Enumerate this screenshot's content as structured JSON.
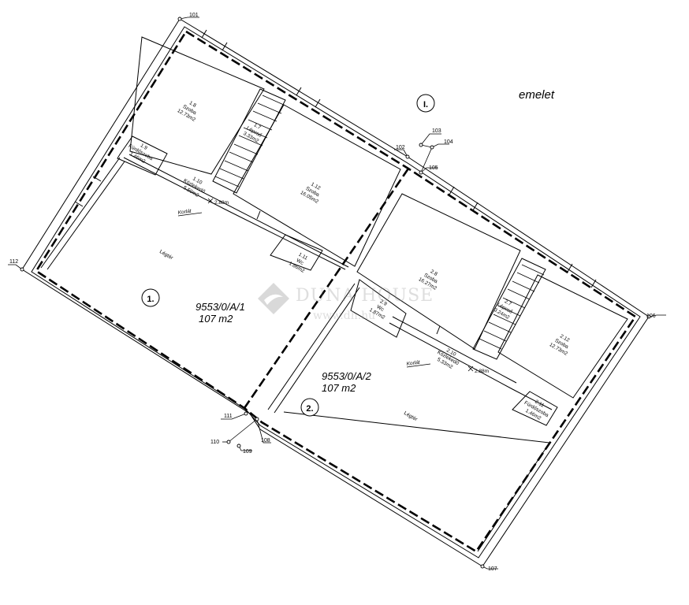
{
  "floor_title": "emelet",
  "floor_marker": "I.",
  "survey_points": [
    {
      "id": "p101",
      "label": "101"
    },
    {
      "id": "p102",
      "label": "102"
    },
    {
      "id": "p103",
      "label": "103"
    },
    {
      "id": "p104",
      "label": "104"
    },
    {
      "id": "p105",
      "label": "105"
    },
    {
      "id": "p106",
      "label": "106"
    },
    {
      "id": "p107",
      "label": "107"
    },
    {
      "id": "p108",
      "label": "108"
    },
    {
      "id": "p109",
      "label": "109"
    },
    {
      "id": "p110",
      "label": "110"
    },
    {
      "id": "p111",
      "label": "111"
    },
    {
      "id": "p112",
      "label": "112"
    }
  ],
  "units": [
    {
      "marker": "1.",
      "id": "9553/0/A/1",
      "area": "107 m2"
    },
    {
      "marker": "2.",
      "id": "9553/0/A/2",
      "area": "107 m2"
    }
  ],
  "rooms": [
    {
      "num": "1.8",
      "name": "Szoba",
      "area": "12.73m2"
    },
    {
      "num": "1.9",
      "name": "Fürdőszoba",
      "area": "1.46m2"
    },
    {
      "num": "1.7",
      "name": "Lépcső",
      "area": "3.33m2"
    },
    {
      "num": "1.10",
      "name": "Közlekedő",
      "area": "5.50m2"
    },
    {
      "num": "1.12",
      "name": "Szoba",
      "area": "16.05m2"
    },
    {
      "num": "1.11",
      "name": "Wc",
      "area": "1.86m2"
    },
    {
      "num": "",
      "name": "Légtér",
      "area": ""
    },
    {
      "num": "2.8",
      "name": "Szoba",
      "area": "16.27m2"
    },
    {
      "num": "2.9",
      "name": "Wc",
      "area": "1.87m2"
    },
    {
      "num": "2.7",
      "name": "Lépcső",
      "area": "3.24m2"
    },
    {
      "num": "2.12",
      "name": "Szoba",
      "area": "12.73m2"
    },
    {
      "num": "2.10",
      "name": "Közlekedő",
      "area": "5.33m2"
    },
    {
      "num": "2.11",
      "name": "Fürdőszoba",
      "area": "1.46m2"
    },
    {
      "num": "",
      "name": "Légtér",
      "area": ""
    }
  ],
  "railing_label": "Korlát",
  "heights": [
    "2.88m",
    "2.88m"
  ],
  "watermark": {
    "brand": "DUNA HOUSE",
    "url": "www.dh.hu"
  }
}
